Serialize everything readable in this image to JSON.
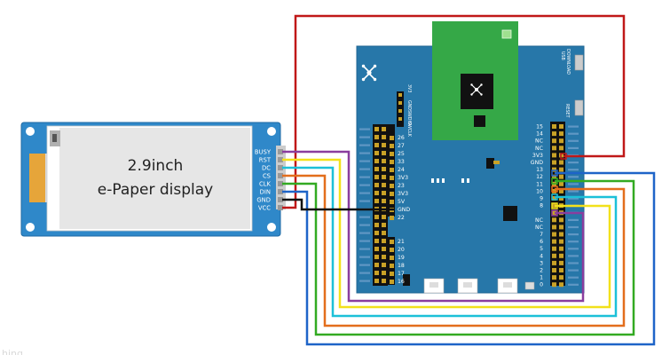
{
  "epaper": {
    "line1": "2.9inch",
    "line2": "e-Paper display",
    "pins": [
      "BUSY",
      "RST",
      "DC",
      "CS",
      "CLK",
      "DIN",
      "GND",
      "VCC"
    ]
  },
  "board": {
    "header_left_labels": [
      "3V3",
      "GND",
      "SWDIO",
      "SWCLK"
    ],
    "right_switches": [
      "USB\nDOWNLOAD",
      "RESET"
    ],
    "left_inner_pins": [
      "26",
      "27",
      "25",
      "33",
      "24",
      "3V3",
      "23",
      "3V3",
      "5V",
      "GND",
      "22",
      "",
      "",
      "21",
      "20",
      "19",
      "18",
      "17",
      "16"
    ],
    "right_pins": [
      "15",
      "14",
      "NC",
      "NC",
      "3V3",
      "GND",
      "13",
      "12",
      "11",
      "10",
      "9",
      "8",
      "",
      "NC",
      "NC",
      "7",
      "6",
      "5",
      "4",
      "3",
      "2",
      "1",
      "0"
    ]
  },
  "colors": {
    "wire_busy": "#8a3d9e",
    "wire_rst": "#f2e11b",
    "wire_dc": "#1cc0d8",
    "wire_cs": "#e36e1c",
    "wire_clk": "#33aa22",
    "wire_din": "#1e64c8",
    "wire_gnd": "#111111",
    "wire_vcc": "#c01818",
    "board": "#2777a9",
    "module": "#35a847",
    "epd_pcb": "#2f88c9",
    "screen": "#e6e6e6"
  }
}
